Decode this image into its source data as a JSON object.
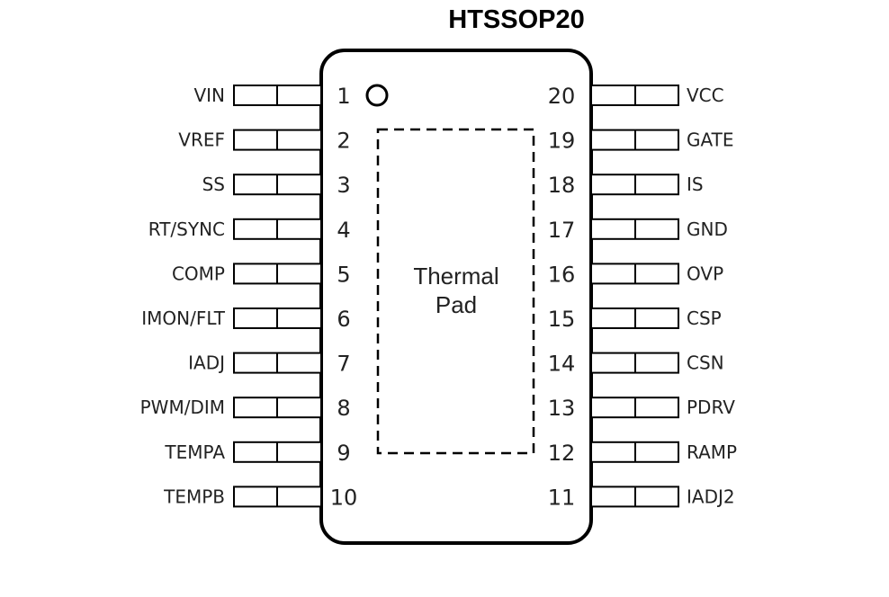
{
  "package": "HTSSOP20",
  "thermal_pad": [
    "Thermal",
    "Pad"
  ],
  "left_pins": [
    {
      "num": "1",
      "name": "VIN"
    },
    {
      "num": "2",
      "name": "VREF"
    },
    {
      "num": "3",
      "name": "SS"
    },
    {
      "num": "4",
      "name": "RT/SYNC"
    },
    {
      "num": "5",
      "name": "COMP"
    },
    {
      "num": "6",
      "name": "IMON/FLT"
    },
    {
      "num": "7",
      "name": "IADJ"
    },
    {
      "num": "8",
      "name": "PWM/DIM"
    },
    {
      "num": "9",
      "name": "TEMPA"
    },
    {
      "num": "10",
      "name": "TEMPB"
    }
  ],
  "right_pins": [
    {
      "num": "20",
      "name": "VCC"
    },
    {
      "num": "19",
      "name": "GATE"
    },
    {
      "num": "18",
      "name": "IS"
    },
    {
      "num": "17",
      "name": "GND"
    },
    {
      "num": "16",
      "name": "OVP"
    },
    {
      "num": "15",
      "name": "CSP"
    },
    {
      "num": "14",
      "name": "CSN"
    },
    {
      "num": "13",
      "name": "PDRV"
    },
    {
      "num": "12",
      "name": "RAMP"
    },
    {
      "num": "11",
      "name": "IADJ2"
    }
  ]
}
